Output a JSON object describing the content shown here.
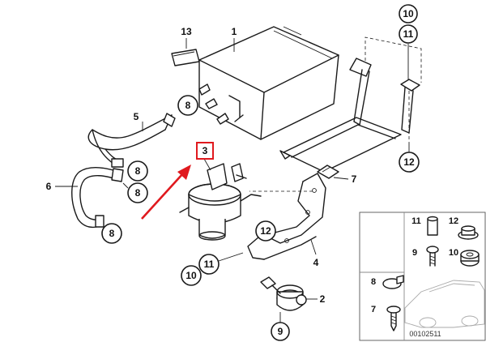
{
  "callouts": {
    "top_10": "10",
    "top_11": "11",
    "label_13": "13",
    "label_1": "1",
    "left_8a": "8",
    "label_5": "5",
    "label_6": "6",
    "mid_8a": "8",
    "mid_8b": "8",
    "low_8": "8",
    "highlight_3": "3",
    "label_7": "7",
    "right_12": "12",
    "mid_12": "12",
    "label_4": "4",
    "low_11": "11",
    "low_10": "10",
    "label_2": "2",
    "bottom_9": "9"
  },
  "inset": {
    "item_11": "11",
    "item_12": "12",
    "item_9": "9",
    "item_10": "10",
    "item_8": "8",
    "item_7": "7",
    "doc_number": "00102511"
  },
  "colors": {
    "highlight": "#e0191e",
    "line": "#1a1a1a"
  }
}
